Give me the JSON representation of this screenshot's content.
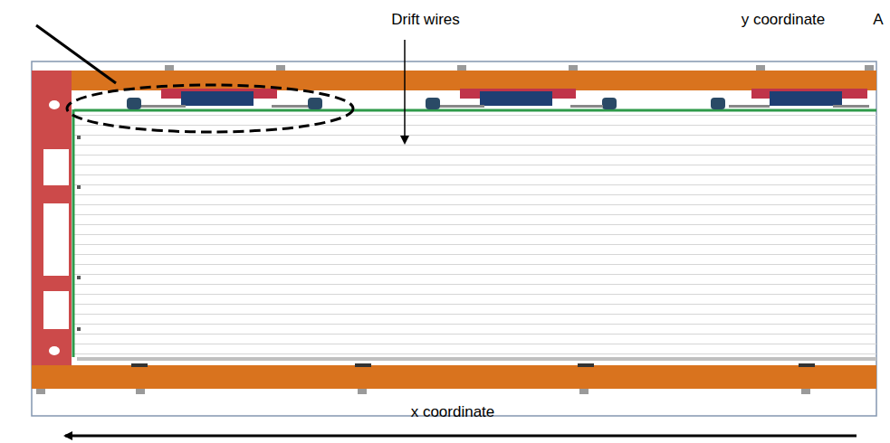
{
  "diagram": {
    "labels": [
      "Drift wires",
      "y coordinate",
      "x coordinate",
      "A"
    ]
  }
}
